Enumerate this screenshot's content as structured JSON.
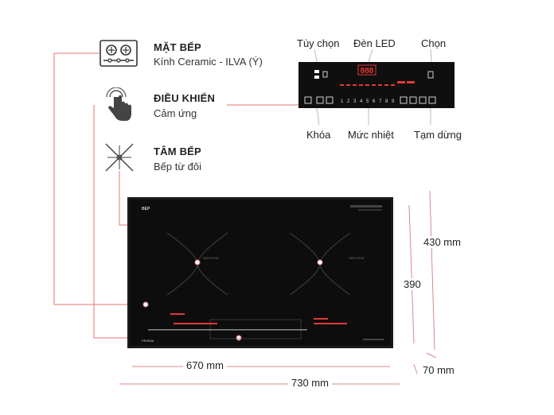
{
  "features": [
    {
      "title": "MẶT BẾP",
      "subtitle": "Kính Ceramic - ILVA (Ý)",
      "icon": "cooktop-icon"
    },
    {
      "title": "ĐIỀU KHIỂN",
      "subtitle": "Cảm ứng",
      "icon": "touch-hand-icon"
    },
    {
      "title": "TÂM BẾP",
      "subtitle": "Bếp từ đôi",
      "icon": "induction-coil-icon"
    }
  ],
  "control_panel": {
    "labels_top": {
      "option": "Tùy chọn",
      "led": "Đèn LED",
      "select": "Chọn"
    },
    "labels_bottom": {
      "lock": "Khóa",
      "heat_level": "Mức nhiệt",
      "pause": "Tạm dừng"
    },
    "led_display": "888",
    "levels": [
      "1",
      "2",
      "3",
      "4",
      "5",
      "6",
      "7",
      "8",
      "9"
    ]
  },
  "cooktop": {
    "brand_mark": "BỂP",
    "zone_text": "INDUCTION"
  },
  "dimensions": {
    "inner_width": "670 mm",
    "outer_width": "730 mm",
    "inner_depth": "390",
    "outer_depth": "430 mm",
    "height": "70 mm"
  },
  "colors": {
    "accent_red": "#e53935",
    "leader_line": "#e57373",
    "cooktop_black": "#111111",
    "dim_line": "#d88a8a"
  }
}
